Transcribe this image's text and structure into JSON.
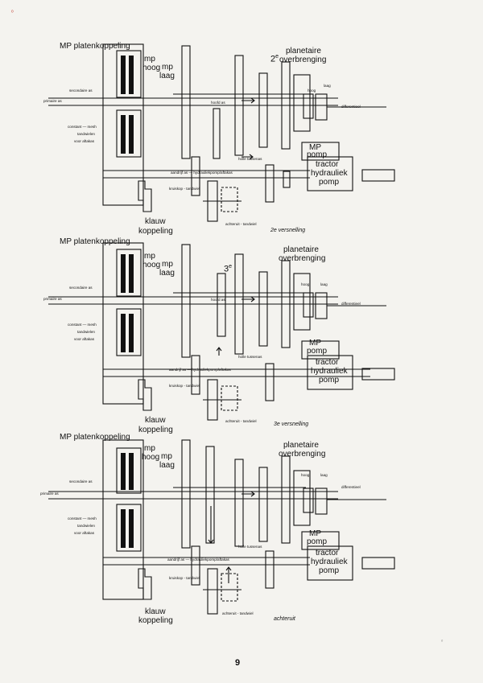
{
  "page": {
    "number": "9"
  },
  "labels": {
    "clutch": "MP platenkoppeling",
    "mp": "mp",
    "hoog": "hoog",
    "laag": "laag",
    "secondaire_as": "secondaire as",
    "primaire_as": "primaire as",
    "constant_mesh": "constant — mesh",
    "tandwielen": "tandwielen",
    "voor_aftakas": "voor aftakas",
    "hoofd_as": "hoofd as",
    "holle_tussenas": "holle tussenas",
    "aandrijf_as": "aandrijf as — hydrauliekpomp/aftakas",
    "kruiskop_tandwiel": "kruiskop - tandwiel",
    "klauw": "klauw",
    "koppeling": "koppeling",
    "achteruit_tandwiel": "achteruit - tandwiel",
    "planetaire": "planetaire",
    "overbrenging": "overbrenging",
    "small_hoog": "hoog",
    "small_laag": "laag",
    "differentieel": "differentieel",
    "mp_pomp_1": "MP",
    "mp_pomp_2": "pomp",
    "tractor_1": "tractor",
    "tractor_2": "hydrauliek",
    "tractor_3": "pomp"
  },
  "diagrams": [
    {
      "caption": "2e versnelling",
      "gear_base": "2",
      "gear_sup": "e"
    },
    {
      "caption": "3e versnelling",
      "gear_base": "3",
      "gear_sup": "e"
    },
    {
      "caption": "achteruit",
      "gear_base": "",
      "gear_sup": ""
    }
  ]
}
